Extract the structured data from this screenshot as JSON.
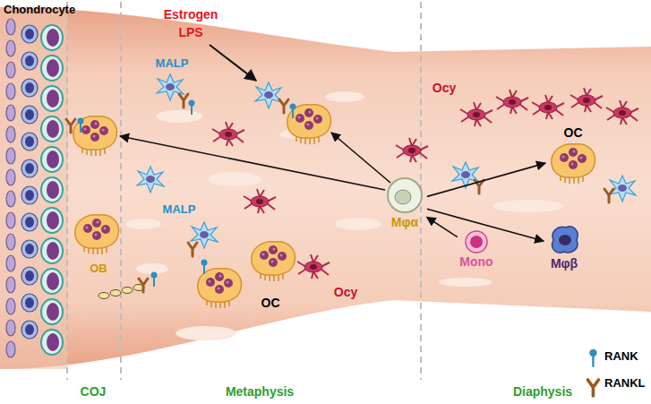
{
  "diagram": {
    "nodes": [
      {
        "text": [
          "Mφα"
        ]
      },
      {
        "text": [
          "Mono"
        ]
      },
      {
        "text": [
          "Mφβ"
        ]
      },
      {
        "text": [
          "OC"
        ]
      }
    ],
    "edges": [
      {
        "from": 1,
        "to": 0,
        "arrow": "to"
      },
      {
        "from": 0,
        "to": 2,
        "arrow": "to"
      },
      {
        "from": 0,
        "to": 3,
        "arrow": "to"
      }
    ],
    "labels": [
      "Chondrocyte",
      "Estrogen",
      "LPS",
      "MALP",
      "MALP",
      "Ocy",
      "Ocy",
      "OC",
      "OB",
      "COJ",
      "Metaphysis",
      "Diaphysis"
    ],
    "legend": [
      {
        "text": "RANK"
      },
      {
        "text": "RANKL"
      }
    ]
  }
}
